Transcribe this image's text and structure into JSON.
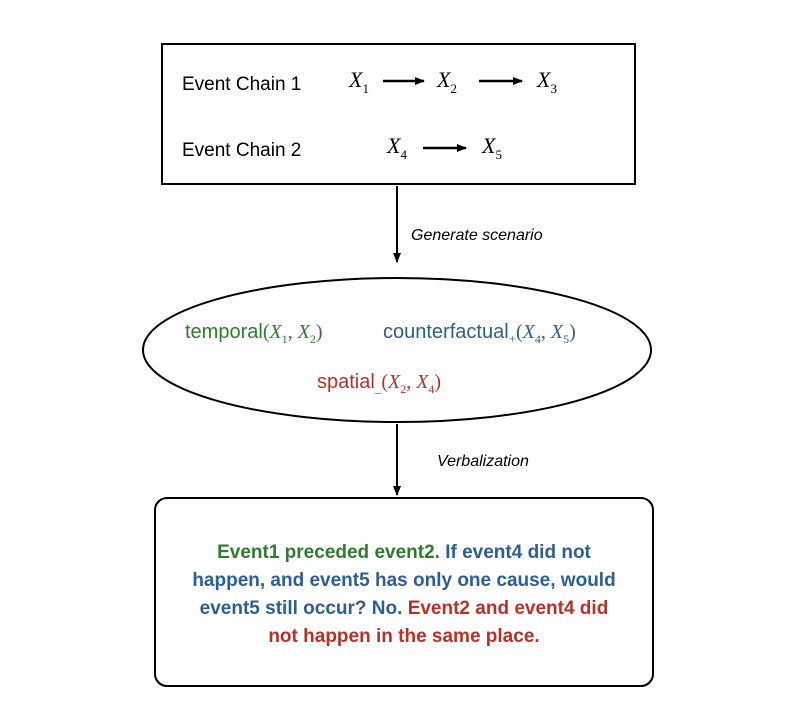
{
  "colors": {
    "green": "#2e7d2e",
    "blue": "#2c5f94",
    "red": "#b83224",
    "stroke": "#000000"
  },
  "top_box": {
    "chain1": {
      "label": "Event Chain 1",
      "nodes": [
        {
          "base": "X",
          "sub": "1"
        },
        {
          "base": "X",
          "sub": "2"
        },
        {
          "base": "X",
          "sub": "3"
        }
      ]
    },
    "chain2": {
      "label": "Event Chain 2",
      "nodes": [
        {
          "base": "X",
          "sub": "4"
        },
        {
          "base": "X",
          "sub": "5"
        }
      ]
    }
  },
  "edges": {
    "generate": "Generate scenario",
    "verbalize": "Verbalization"
  },
  "ellipse": {
    "temporal": {
      "name": "temporal",
      "args": [
        "X1",
        "X2"
      ]
    },
    "counterfactual": {
      "name": "counterfactual",
      "sub": "+",
      "args": [
        "X4",
        "X5"
      ]
    },
    "spatial": {
      "name": "spatial",
      "sub": "_",
      "args": [
        "X2",
        "X4"
      ]
    }
  },
  "output": {
    "line1_green": "Event1 preceded event2.",
    "line1_blue": "If event4 did not",
    "line2_blue": "happen, and event5 has only one cause, would",
    "line3_blue": "event5 still occur? No.",
    "line3_red": "Event2 and event4 did",
    "line4_red": "not happen in the same place."
  }
}
